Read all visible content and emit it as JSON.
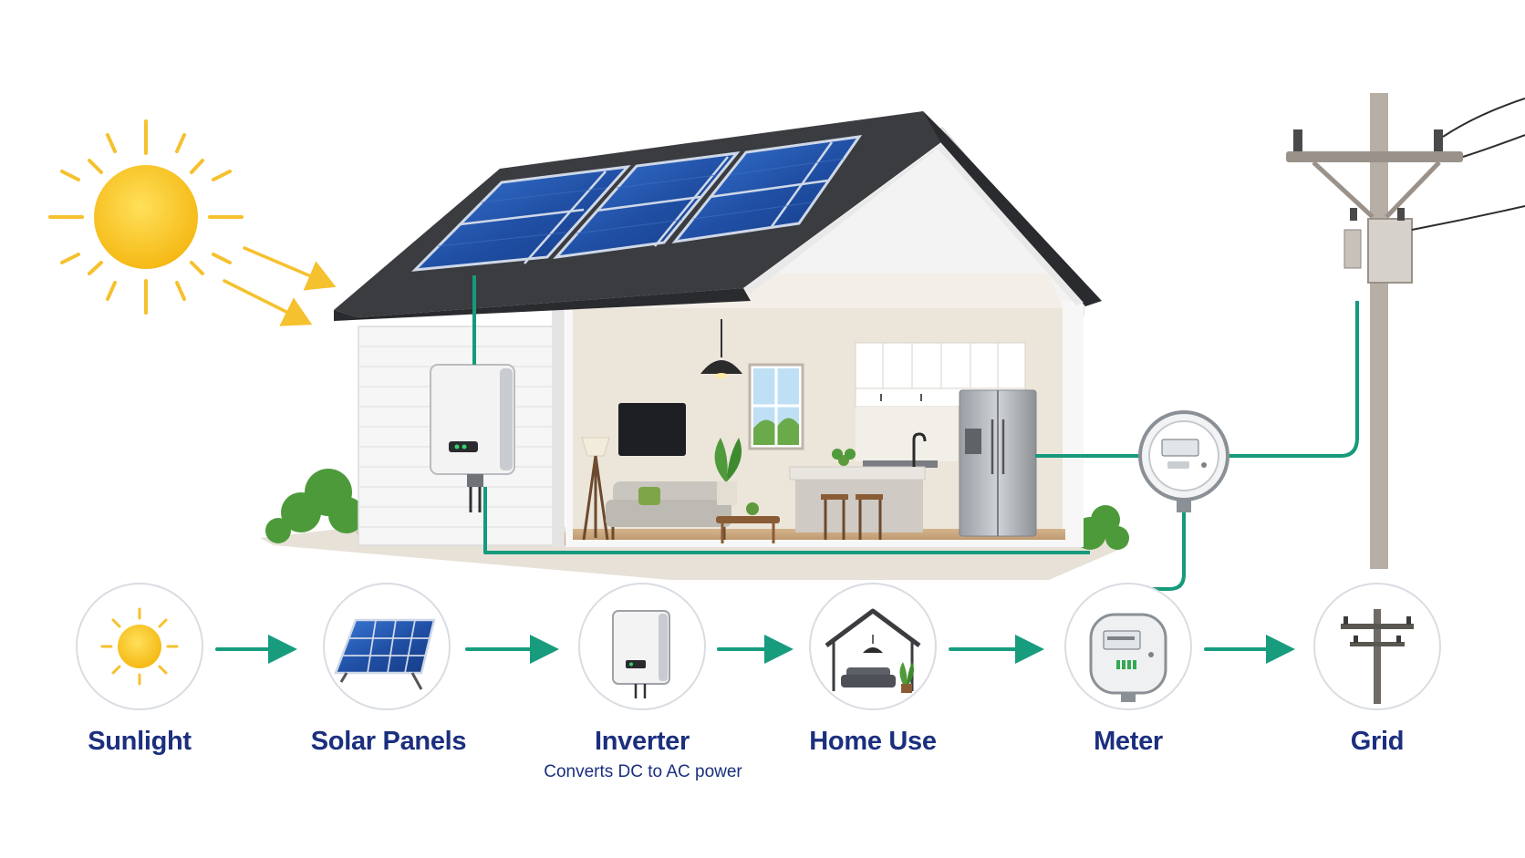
{
  "steps": [
    {
      "label": "Sunlight",
      "icon": "sun-icon"
    },
    {
      "label": "Solar Panels",
      "icon": "solar-panel-icon"
    },
    {
      "label": "Inverter",
      "icon": "inverter-icon",
      "sublabel": "Converts DC to AC power"
    },
    {
      "label": "Home Use",
      "icon": "home-icon"
    },
    {
      "label": "Meter",
      "icon": "meter-icon"
    },
    {
      "label": "Grid",
      "icon": "utility-pole-icon"
    }
  ],
  "colors": {
    "label": "#1b2f7e",
    "wire": "#169a7c",
    "arrow": "#179c7e",
    "sun": "#f7c61c",
    "sun_ray": "#f6c12e",
    "panel": "#1f4ea3",
    "roof": "#3a3c40",
    "wall": "#f5f5f5",
    "interior_wall": "#ede7dd",
    "floor": "#c9a880",
    "pole": "#b7aea5",
    "circle_border": "#d9dde3"
  }
}
